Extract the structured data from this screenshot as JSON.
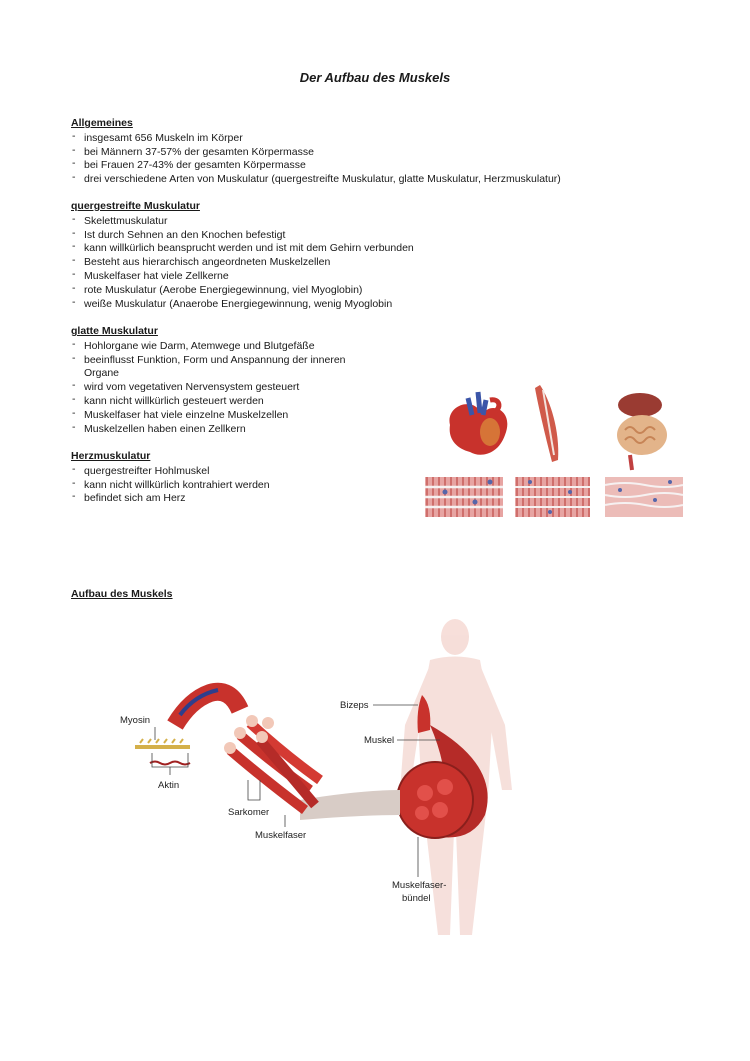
{
  "title": "Der Aufbau des Muskels",
  "sections": {
    "allgemeines": {
      "heading": "Allgemeines",
      "items": [
        "insgesamt 656 Muskeln im Körper",
        "bei Männern 37-57% der gesamten Körpermasse",
        "bei Frauen 27-43% der gesamten Körpermasse",
        "drei verschiedene Arten von Muskulatur (quergestreifte Muskulatur, glatte Muskulatur, Herzmuskulatur)"
      ]
    },
    "quergestreift": {
      "heading": "quergestreifte Muskulatur",
      "items": [
        "Skelettmuskulatur",
        "Ist durch Sehnen an den Knochen befestigt",
        "kann willkürlich beansprucht werden und ist mit dem Gehirn verbunden",
        "Besteht aus hierarchisch angeordneten Muskelzellen",
        "Muskelfaser hat viele Zellkerne",
        "rote Muskulatur (Aerobe Energiegewinnung, viel Myoglobin)",
        "weiße Muskulatur (Anaerobe Energiegewinnung, wenig Myoglobin"
      ]
    },
    "glatt": {
      "heading": "glatte Muskulatur",
      "items": [
        "Hohlorgane wie Darm, Atemwege und Blutgefäße",
        "beeinflusst Funktion, Form und Anspannung der inneren Organe",
        "wird vom vegetativen Nervensystem gesteuert",
        "kann nicht willkürlich gesteuert werden",
        "Muskelfaser hat viele einzelne Muskelzellen",
        "Muskelzellen haben einen Zellkern"
      ]
    },
    "herz": {
      "heading": "Herzmuskulatur",
      "items": [
        "quergestreifter Hohlmuskel",
        "kann nicht willkürlich kontrahiert werden",
        "befindet sich am Herz"
      ]
    },
    "aufbau": {
      "heading": "Aufbau des Muskels"
    }
  },
  "diagram_labels": {
    "myosin": "Myosin",
    "aktin": "Aktin",
    "sarkomer": "Sarkomer",
    "muskelfaser": "Muskelfaser",
    "bizeps": "Bizeps",
    "muskel": "Muskel",
    "buendel_1": "Muskelfaser-",
    "buendel_2": "bündel"
  },
  "colors": {
    "muscle_red": "#c8322c",
    "tissue_pink": "#e8a7a5",
    "nucleus_blue": "#5566aa"
  },
  "icons": [
    "heart-illustration",
    "arm-muscle-illustration",
    "intestine-illustration"
  ]
}
